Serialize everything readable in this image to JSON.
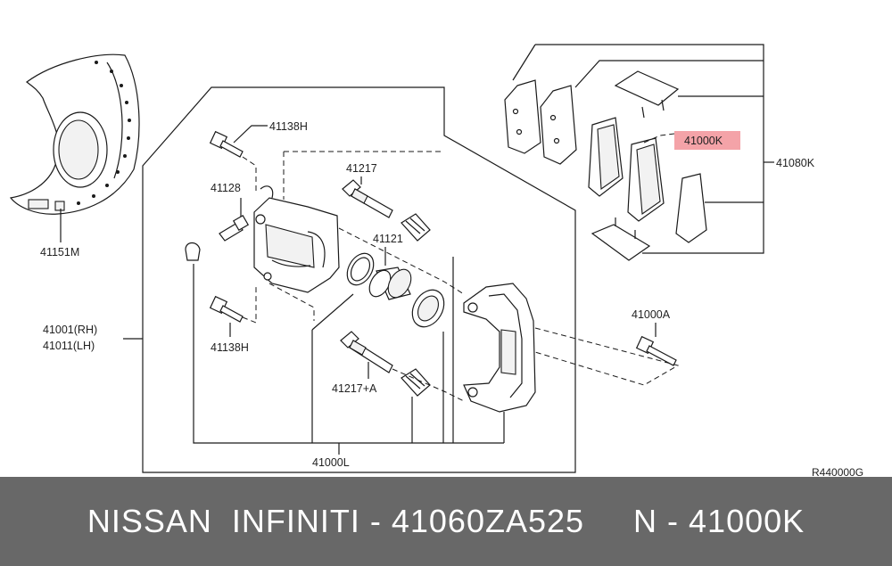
{
  "colors": {
    "banner_bg": "#686868",
    "banner_text": "#ffffff",
    "highlight": "#f4a3a8",
    "line": "#1a1a1a"
  },
  "labels": {
    "shield": "41151M",
    "bolt_top": "41138H",
    "bleeder": "41128",
    "pin_top": "41217",
    "piston": "41121",
    "caliper_rh": "41001(RH)",
    "caliper_lh": "41011(LH)",
    "bolt_bottom": "41138H",
    "pin_bottom": "41217+A",
    "caliper_assy": "41000L",
    "pad_kit_highlight": "41000K",
    "pad_assy": "41080K",
    "mount_bolt": "41000A",
    "ref_code": "R440000G"
  },
  "banner": {
    "text": "NISSAN  INFINITI - 41060ZA525     N - 41000K"
  }
}
